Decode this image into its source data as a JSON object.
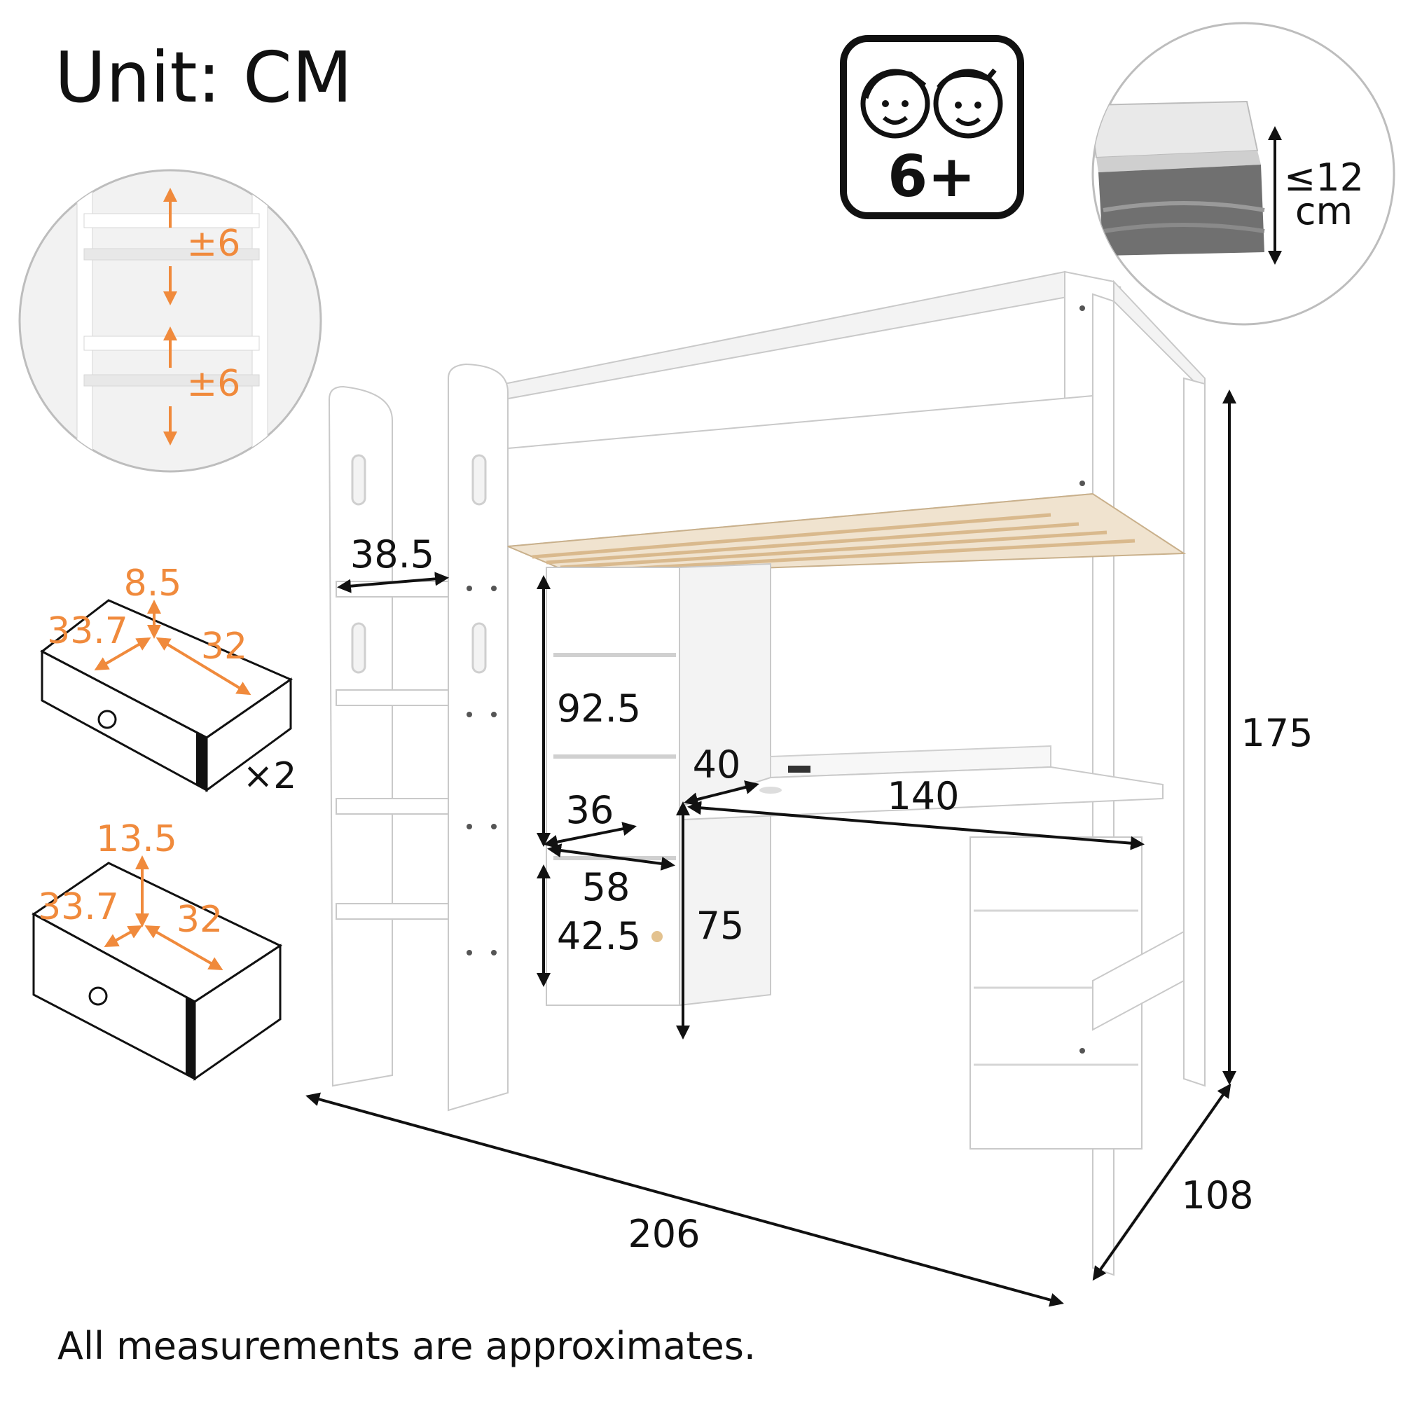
{
  "header": {
    "unit_label": "Unit: CM"
  },
  "footer": {
    "note": "All measurements are approximates."
  },
  "age_badge": {
    "text": "6+"
  },
  "mattress_inset": {
    "limit_line1": "≤12",
    "limit_line2": "cm"
  },
  "ladder_inset": {
    "adjust_top": "±6",
    "adjust_bottom": "±6"
  },
  "drawer_small": {
    "height": "8.5",
    "width": "33.7",
    "depth": "32",
    "quantity": "×2"
  },
  "drawer_large": {
    "height": "13.5",
    "width": "33.7",
    "depth": "32"
  },
  "bed_dimensions": {
    "ladder_width": "38.5",
    "shelf_height": "92.5",
    "shelf_depth": "36",
    "cabinet_width": "58",
    "cabinet_height": "42.5",
    "desk_height": "75",
    "desk_depth": "40",
    "desk_length": "140",
    "total_height": "175",
    "total_length": "206",
    "total_width": "108"
  },
  "colors": {
    "accent": "#f08a3c",
    "ink": "#111111",
    "slats": "#d9b98d"
  }
}
